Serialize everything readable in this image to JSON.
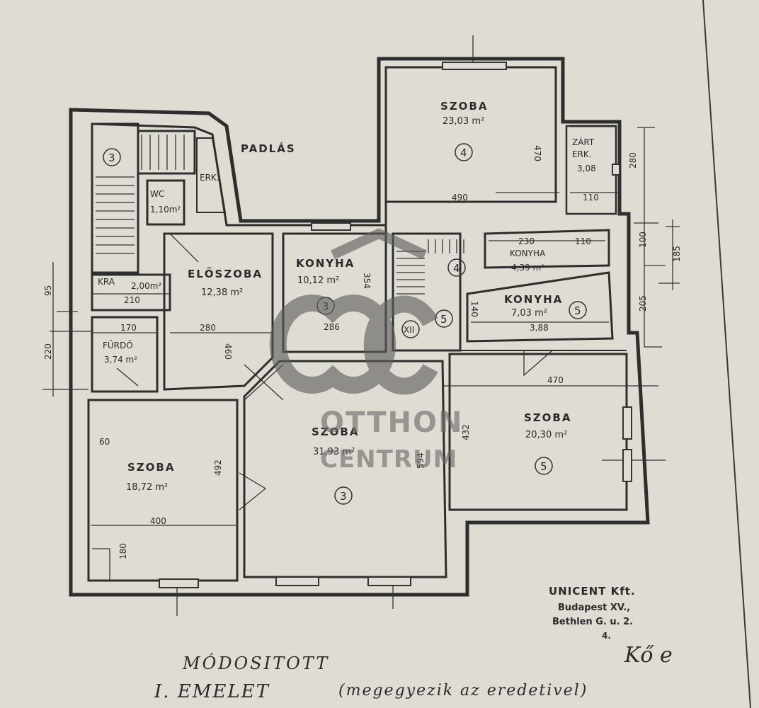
{
  "plan": {
    "padlas": "PADLÁS",
    "rooms": {
      "szoba_top": {
        "name": "SZOBA",
        "area": "23,03 m²",
        "unit": "4"
      },
      "zart_erk": {
        "name1": "ZÁRT",
        "name2": "ERK.",
        "area": "3,08"
      },
      "erk": {
        "name": "ERK."
      },
      "wc": {
        "name": "WC",
        "area": "1,10m²"
      },
      "stair": {
        "unit": "3"
      },
      "kra": {
        "name": "KRA",
        "area": "2,00m²"
      },
      "eloszoba": {
        "name": "ELŐSZOBA",
        "area": "12,38 m²"
      },
      "konyha3": {
        "name": "KONYHA",
        "area": "10,12 m²",
        "unit": "3"
      },
      "konyha4": {
        "name": "KONYHA",
        "area": "4,39 m²",
        "unit": "4"
      },
      "konyha5": {
        "name": "KONYHA",
        "area": "7,03 m²",
        "unit": "5"
      },
      "hall": {
        "unit": "5",
        "mark": "XII"
      },
      "furdo": {
        "name": "FÜRDŐ",
        "area": "3,74 m²"
      },
      "szoba_left": {
        "name": "SZOBA",
        "area": "18,72 m²"
      },
      "szoba_mid": {
        "name": "SZOBA",
        "area": "31,93 m²",
        "unit": "3"
      },
      "szoba_right": {
        "name": "SZOBA",
        "area": "20,30 m²",
        "unit": "5"
      }
    },
    "dims": {
      "d490": "490",
      "d470a": "470",
      "d110a": "110",
      "d280r": "280",
      "d230": "230",
      "d110b": "110",
      "d100": "100",
      "d185": "185",
      "d205": "205",
      "d388": "3,88",
      "d140": "140",
      "d470b": "470",
      "d432": "432",
      "d354": "354",
      "d286": "286",
      "d280a": "280",
      "d460": "460",
      "d170": "170",
      "d210": "210",
      "d95": "95",
      "d220": "220",
      "d60": "60",
      "d400": "400",
      "d492": "492",
      "d594": "594",
      "d180": "180"
    }
  },
  "stamp": {
    "company": "UNICENT Kft.",
    "city": "Budapest XV.,",
    "street": "Bethlen G. u. 2.",
    "num": "4."
  },
  "footer": {
    "title1": "MÓDOSITOTT",
    "title2": "I. EMELET",
    "note": "(megegyezik az eredetivel)",
    "signature": "Kő e"
  },
  "watermark": {
    "line1": "OTTHON",
    "line2": "CENTRUM"
  }
}
